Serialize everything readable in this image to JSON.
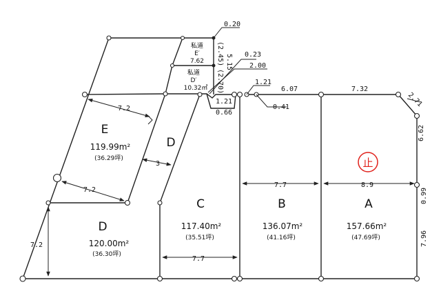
{
  "colors": {
    "line": "#222222",
    "stamp": "#e0201a"
  },
  "lots": {
    "A": {
      "label": "A",
      "area": "157.66m²",
      "tsubo": "(47.69坪)"
    },
    "B": {
      "label": "B",
      "area": "136.07m²",
      "tsubo": "(41.16坪)"
    },
    "C": {
      "label": "C",
      "area": "117.40m²",
      "tsubo": "(35.51坪)"
    },
    "D": {
      "label": "D",
      "area": "120.00m²",
      "tsubo": "(36.30坪)"
    },
    "D_upper": {
      "label": "D"
    },
    "E": {
      "label": "E",
      "area": "119.99m²",
      "tsubo": "(36.29坪)"
    }
  },
  "private_roads": {
    "E_prime": {
      "line1": "私道",
      "line2": "E′",
      "value": "7.62"
    },
    "D_prime": {
      "line1": "私道",
      "line2": "D′",
      "value": "10.32㎡"
    }
  },
  "stamp": "止",
  "dimensions": {
    "d_020": "0.20",
    "d_245": "(2.45)",
    "d_515": "5.15",
    "d_270": "(2.70)",
    "d_023": "0.23",
    "d_200": "2.00",
    "d_121a": "1.21",
    "d_121b": "1.21",
    "d_066": "0.66",
    "d_607": "6.07",
    "d_041": "0.41",
    "d_732": "7.32",
    "d_271": "2.71",
    "d_662": "6.62",
    "d_099": "0.99",
    "d_796": "7.96",
    "d_72a": "7.2",
    "d_72b": "7.2",
    "d_72c": "7.2",
    "d_3": "3",
    "d_77a": "7.7",
    "d_77b": "7.7",
    "d_89": "8.9"
  }
}
